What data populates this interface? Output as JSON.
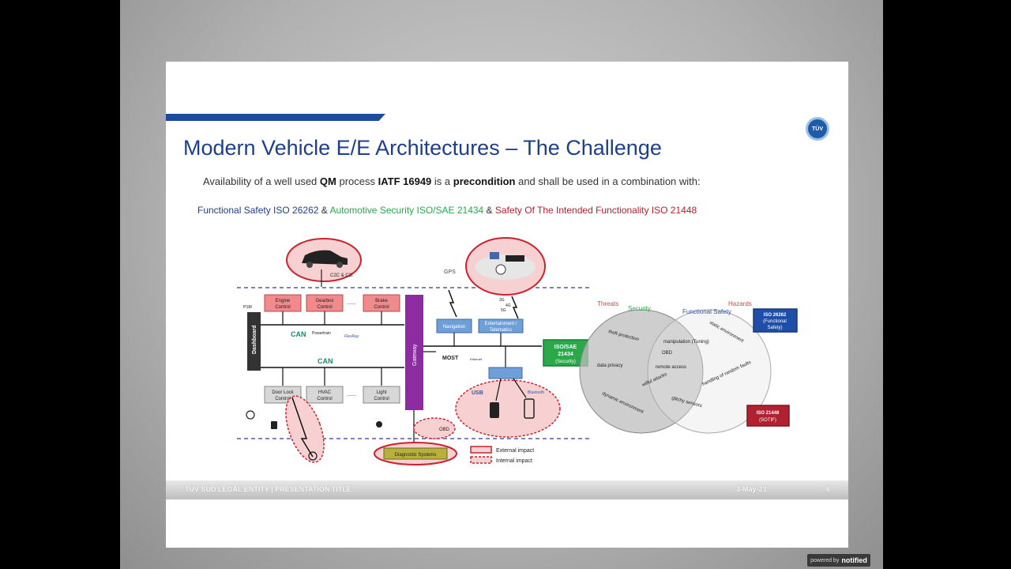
{
  "slide": {
    "title": "Modern Vehicle E/E Architectures – The Challenge",
    "subtitle": {
      "t1": "Availability of a well used ",
      "b1": "QM",
      "t2": " process ",
      "b2": "IATF 16949",
      "t3": " is a ",
      "b3": "precondition",
      "t4": " and shall be used in a combination with:"
    },
    "standards": {
      "fs": "Functional Safety ISO 26262",
      "amp1": " & ",
      "sec": "Automotive Security ISO/SAE 21434",
      "amp2": " & ",
      "sotif": "Safety Of The Intended Functionality ISO 21448"
    },
    "logo": "TÜV",
    "footer": {
      "left": "TÜV SÜD LEGAL ENTITY | PRESENTATION TITLE",
      "date": "3-May-23",
      "page": "6"
    }
  },
  "diagram": {
    "c2c": "C2C & C2I",
    "gps": "GPS",
    "psm": "PSM",
    "dashboard": "Dashboard",
    "gateway": "Gateway",
    "engine": [
      "Engine",
      "Control"
    ],
    "gearbox": [
      "Gearbox",
      "Control"
    ],
    "brake": [
      "Brake",
      "Control"
    ],
    "dots": "......",
    "can": "CAN",
    "powertrain": "Powertrain",
    "flexray": "FlexRay",
    "navigation": "Navigation",
    "entertainment": [
      "Entertainment /",
      "Telematics"
    ],
    "most": "MOST",
    "ethernet": "Ethernet",
    "doorlock": [
      "Door Lock",
      "Control"
    ],
    "hvac": [
      "HVAC",
      "Control"
    ],
    "light": [
      "Light",
      "Control"
    ],
    "obd": "OBD",
    "diagnostic": "Diagnostic Systems",
    "usb": "USB",
    "bluetooth": "Bluetooth",
    "net_3g": "3G",
    "net_4g": "4G",
    "net_5g": "5G",
    "legend_external": "External impact",
    "legend_internal": "Internal impact",
    "iso21434": [
      "ISO/SAE",
      "21434",
      "(Security)"
    ],
    "iso26262": [
      "ISO 26262",
      "(Functional",
      "Safety)"
    ],
    "iso21448": [
      "ISO 21448",
      "(SOTIF)"
    ],
    "venn": {
      "threats": "Threats",
      "security": "Security",
      "functional_safety": "Functional Safety",
      "hazards": "Hazards",
      "theft": "theft protection",
      "privacy": "data privacy",
      "dynamic": "dynamic environment",
      "manipulation": "manipulation (Tuning)",
      "obd": "OBD",
      "remote": "remote access",
      "wilful": "wilful attacks",
      "static": "static environment",
      "random": "handling of random faults",
      "glitchy": "glitchy sensors"
    }
  },
  "badge": {
    "prefix": "powered by",
    "brand": "notified"
  },
  "colors": {
    "title": "#1e3f8a",
    "security": "#2aa84a",
    "sotif": "#b1212f",
    "ecu": "#f08a8c",
    "gateway": "#8e2aa2",
    "info": "#6f9fd8"
  }
}
